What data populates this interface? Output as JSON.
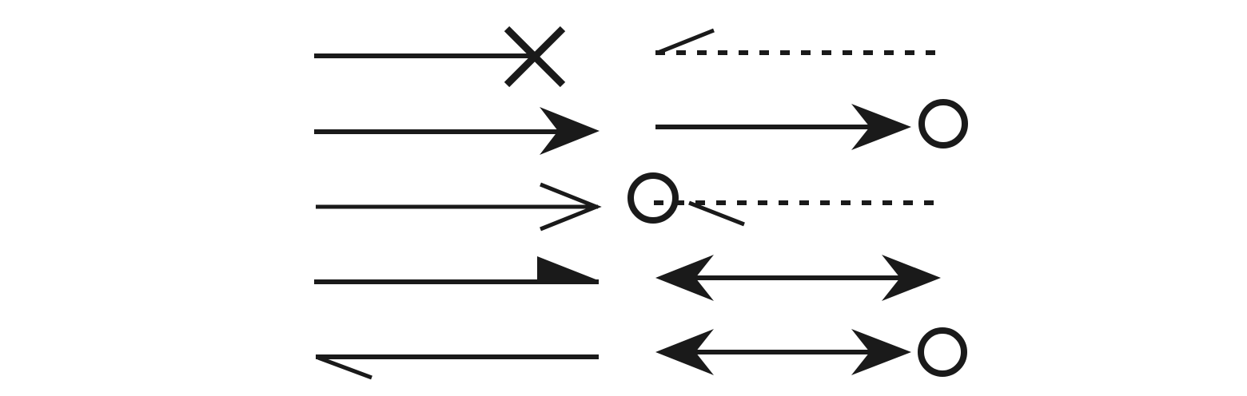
{
  "colors": {
    "background": "#ffffff",
    "ink": "#1a1a1a"
  },
  "diagram": {
    "left_column": [
      {
        "id": "x-terminated-line",
        "line_style": "solid",
        "end": "x-mark"
      },
      {
        "id": "filled-arrow",
        "line_style": "solid",
        "end": "filled-arrowhead"
      },
      {
        "id": "open-arrow",
        "line_style": "solid",
        "end": "open-arrowhead"
      },
      {
        "id": "upper-half-arrow",
        "line_style": "solid",
        "end": "filled-half-arrowhead"
      },
      {
        "id": "lower-half-barb",
        "line_style": "solid",
        "start": "half-barb"
      }
    ],
    "right_column": [
      {
        "id": "dashed-half-barb",
        "line_style": "dotted",
        "start": "half-barb"
      },
      {
        "id": "filled-arrow-with-circle",
        "line_style": "solid",
        "end": "filled-arrowhead-and-circle"
      },
      {
        "id": "circle-dashed-half-barb",
        "line_style": "dotted",
        "start": "circle-and-half-barb"
      },
      {
        "id": "double-filled-arrow",
        "line_style": "solid",
        "start": "filled-arrowhead",
        "end": "filled-arrowhead"
      },
      {
        "id": "double-arrow-with-circle",
        "line_style": "solid",
        "start": "filled-arrowhead",
        "end": "filled-arrowhead-and-circle"
      }
    ]
  }
}
